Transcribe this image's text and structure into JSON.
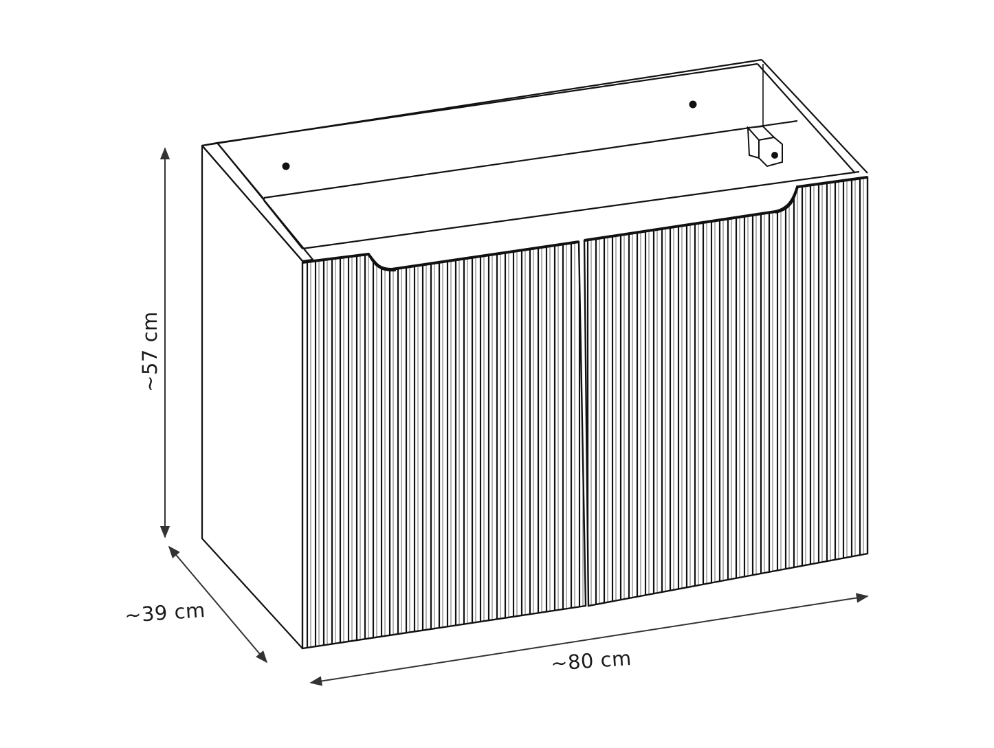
{
  "diagram": {
    "subject": "Wall-hung bathroom vanity cabinet with two fluted doors",
    "colors": {
      "background": "#ffffff",
      "outline": "#111111",
      "dimension_line": "#333333"
    },
    "dimensions": {
      "height": {
        "label": "~57 cm",
        "value_cm": 57
      },
      "depth": {
        "label": "~39 cm",
        "value_cm": 39
      },
      "width": {
        "label": "~80 cm",
        "value_cm": 80
      }
    },
    "parts": {
      "doors": 2,
      "door_style": "vertical fluted (reeded) panels",
      "handles": "recessed curved grip at top inner corner of each door",
      "mounting_holes": 2,
      "bracket": "wall hanging bracket on right side panel"
    }
  }
}
